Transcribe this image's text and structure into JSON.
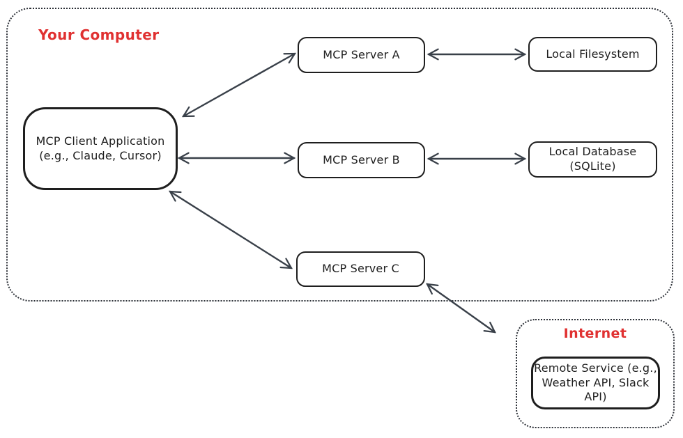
{
  "diagram": {
    "type": "architecture-diagram",
    "colors": {
      "background": "#ffffff",
      "node_stroke": "#1e1e1e",
      "arrow_stroke": "#394049",
      "group_label_accent": "#e03131"
    },
    "groups": {
      "your_computer": {
        "label": "Your Computer"
      },
      "internet": {
        "label": "Internet"
      }
    },
    "nodes": {
      "client": {
        "label": "MCP Client Application\n(e.g., Claude, Cursor)"
      },
      "server_a": {
        "label": "MCP Server A"
      },
      "server_b": {
        "label": "MCP Server B"
      },
      "server_c": {
        "label": "MCP Server C"
      },
      "filesystem": {
        "label": "Local Filesystem"
      },
      "database": {
        "label": "Local Database\n(SQLite)"
      },
      "remote_service": {
        "label": "Remote Service (e.g.,\nWeather API, Slack\nAPI)"
      }
    },
    "edges": [
      {
        "from": "client",
        "to": "server_a",
        "bidirectional": true
      },
      {
        "from": "client",
        "to": "server_b",
        "bidirectional": true
      },
      {
        "from": "client",
        "to": "server_c",
        "bidirectional": true
      },
      {
        "from": "server_a",
        "to": "filesystem",
        "bidirectional": true
      },
      {
        "from": "server_b",
        "to": "database",
        "bidirectional": true
      },
      {
        "from": "server_c",
        "to": "remote_service",
        "bidirectional": true
      }
    ]
  }
}
